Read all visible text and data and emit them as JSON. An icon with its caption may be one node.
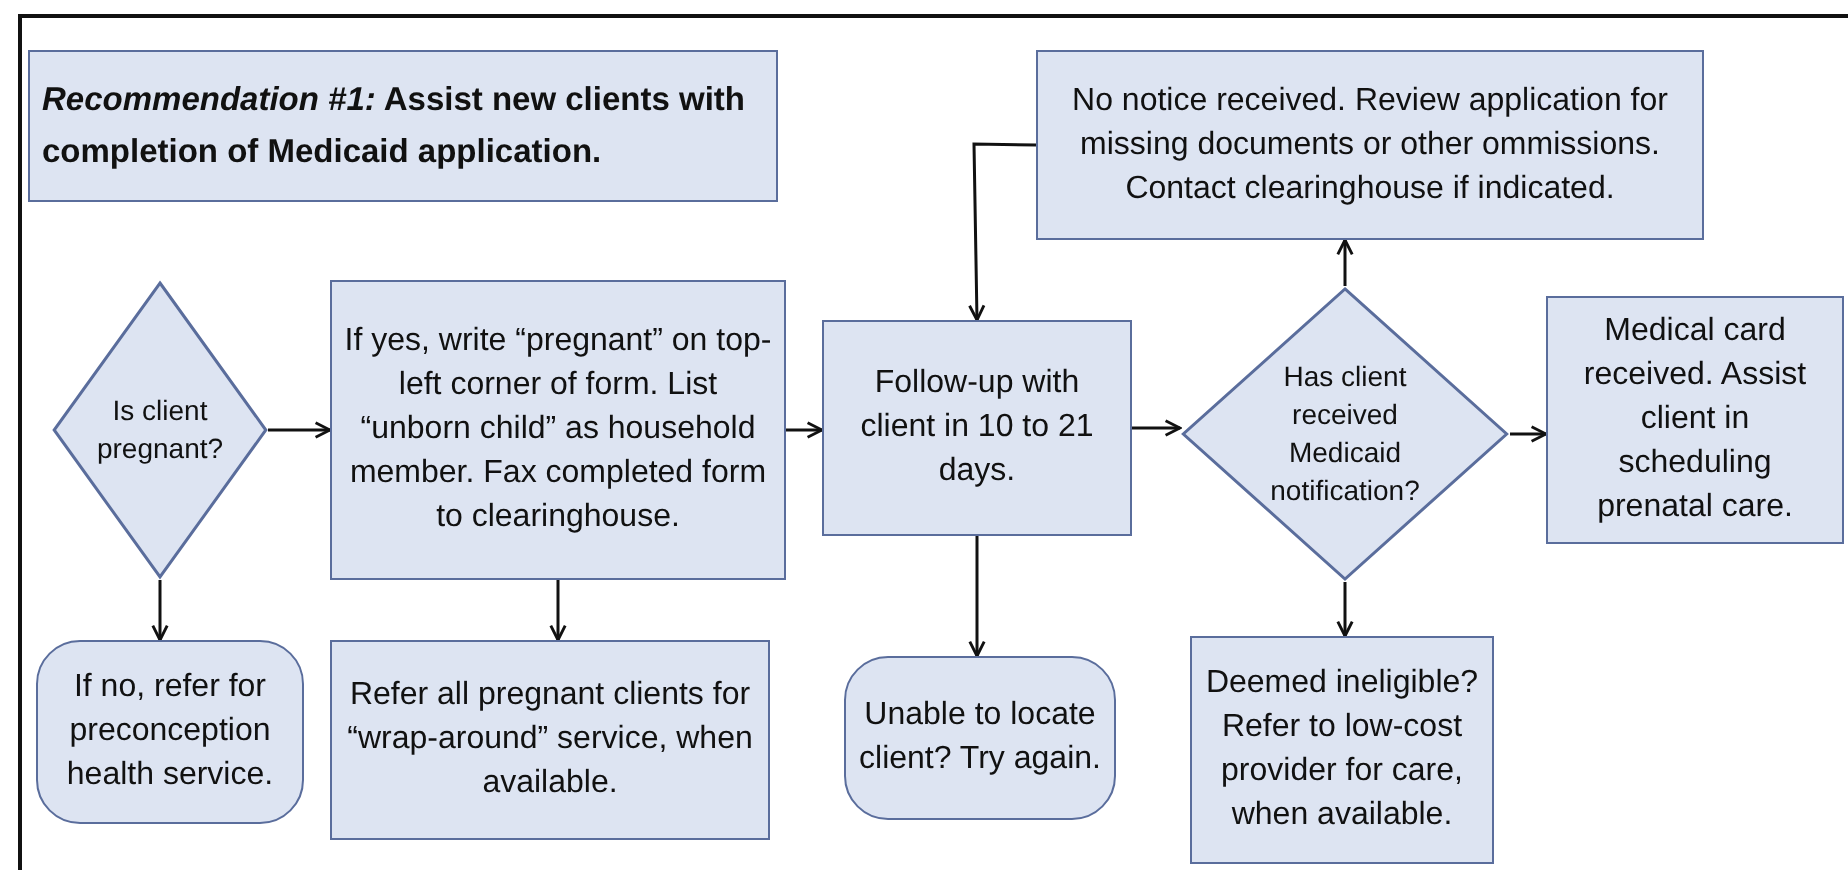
{
  "diagram": {
    "nodes": [
      {
        "text": [
          "*Recommendation #1:* Assist new clients with completion of Medicaid application."
        ]
      },
      {
        "text": [
          "Is client pregnant?"
        ]
      },
      {
        "text": [
          "If yes, write “pregnant” on top-left corner of form. List “unborn child” as household member.  Fax completed form to clearinghouse."
        ]
      },
      {
        "text": [
          "Follow-up with client in 10 to 21 days."
        ]
      },
      {
        "text": [
          "No notice received. Review application for missing documents or other ommissions. Contact clearinghouse if indicated."
        ]
      },
      {
        "text": [
          "Has client received Medicaid notification?"
        ]
      },
      {
        "text": [
          "Medical card received.  Assist client in scheduling prenatal care."
        ]
      },
      {
        "text": [
          "If no, refer for preconception health service."
        ]
      },
      {
        "text": [
          "Refer all pregnant clients for “wrap-around” service, when available."
        ]
      },
      {
        "text": [
          "Unable to locate client? Try again."
        ]
      },
      {
        "text": [
          "Deemed ineligible? Refer to low-cost provider for care, when available."
        ]
      }
    ],
    "edges": [
      {
        "from": 1,
        "to": 2,
        "arrow": "to"
      },
      {
        "from": 2,
        "to": 3,
        "arrow": "to"
      },
      {
        "from": 3,
        "to": 5,
        "arrow": "to"
      },
      {
        "from": 5,
        "to": 6,
        "arrow": "to"
      },
      {
        "from": 5,
        "to": 4,
        "arrow": "to"
      },
      {
        "from": 4,
        "to": 3,
        "arrow": "to"
      },
      {
        "from": 1,
        "to": 7,
        "arrow": "to"
      },
      {
        "from": 2,
        "to": 8,
        "arrow": "to"
      },
      {
        "from": 3,
        "to": 9,
        "arrow": "to"
      },
      {
        "from": 5,
        "to": 10,
        "arrow": "to"
      }
    ]
  }
}
